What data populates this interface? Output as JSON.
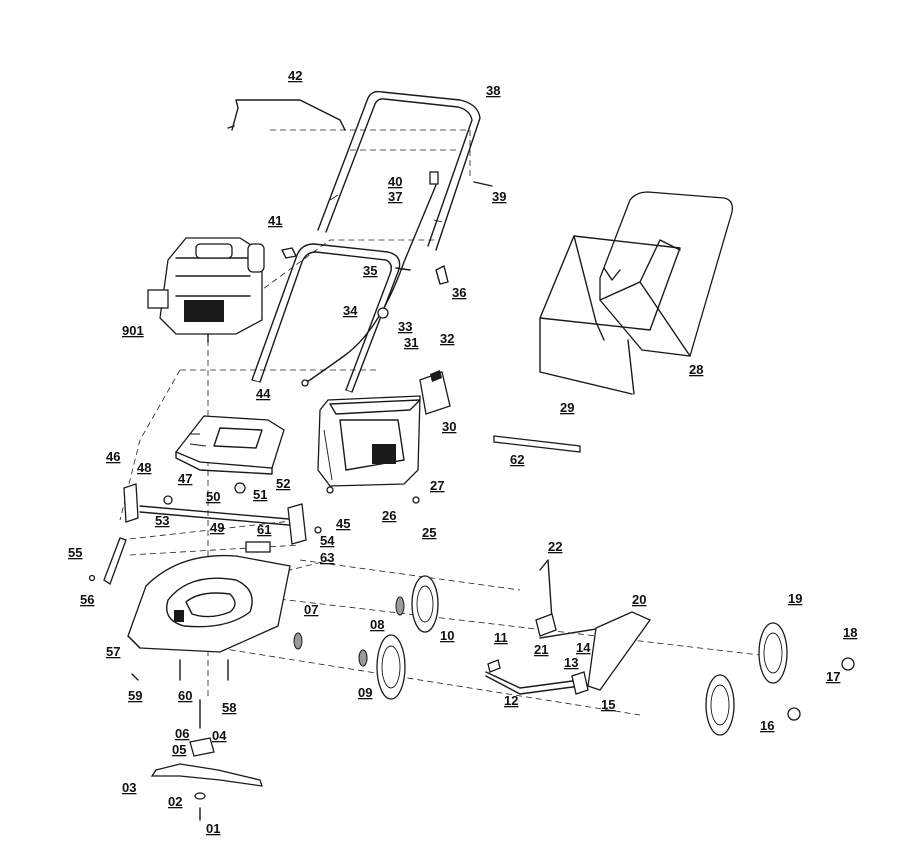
{
  "diagram": {
    "labels": [
      "42",
      "38",
      "40",
      "37",
      "39",
      "41",
      "35",
      "36",
      "901",
      "34",
      "33",
      "31",
      "32",
      "28",
      "44",
      "30",
      "29",
      "46",
      "48",
      "47",
      "50",
      "51",
      "52",
      "27",
      "62",
      "53",
      "49",
      "61",
      "45",
      "26",
      "25",
      "54",
      "63",
      "55",
      "56",
      "22",
      "07",
      "20",
      "19",
      "08",
      "10",
      "11",
      "21",
      "14",
      "13",
      "18",
      "57",
      "12",
      "17",
      "59",
      "60",
      "58",
      "09",
      "15",
      "16",
      "06",
      "04",
      "05",
      "03",
      "02",
      "01"
    ]
  }
}
